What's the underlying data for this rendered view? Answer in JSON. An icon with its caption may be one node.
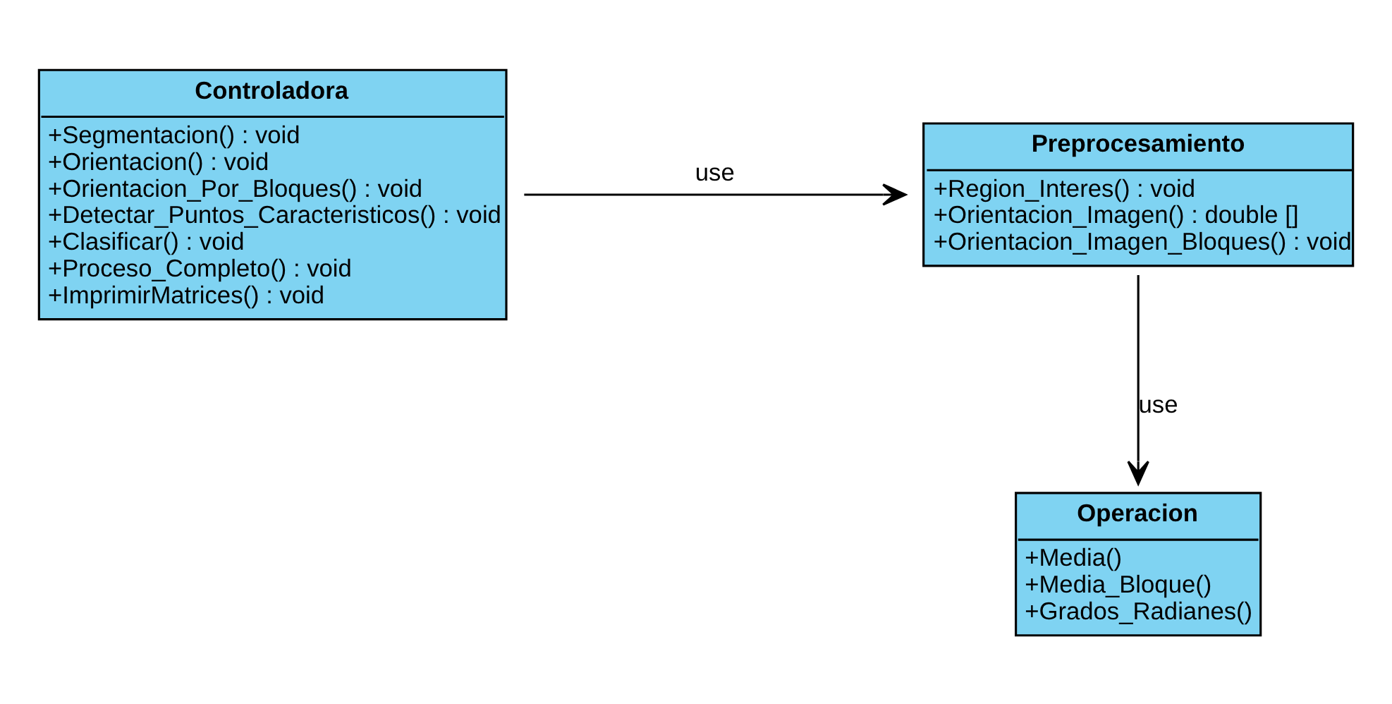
{
  "diagram": {
    "nodes": [
      {
        "text": [
          "Controladora",
          "+Segmentacion() : void",
          "+Orientacion() : void",
          "+Orientacion_Por_Bloques() : void",
          "+Detectar_Puntos_Caracteristicos() : void",
          "+Clasificar() : void",
          "+Proceso_Completo() : void",
          "+ImprimirMatrices() : void"
        ]
      },
      {
        "text": [
          "Preprocesamiento",
          "+Region_Interes() : void",
          "+Orientacion_Imagen() : double []",
          "+Orientacion_Imagen_Bloques() : void"
        ]
      },
      {
        "text": [
          "Operacion",
          "+Media()",
          "+Media_Bloque()",
          "+Grados_Radianes()"
        ]
      }
    ],
    "edges": [
      {
        "from": 0,
        "to": 1,
        "arrow": "to",
        "label": "use"
      },
      {
        "from": 1,
        "to": 2,
        "arrow": "to",
        "label": "use"
      }
    ]
  }
}
